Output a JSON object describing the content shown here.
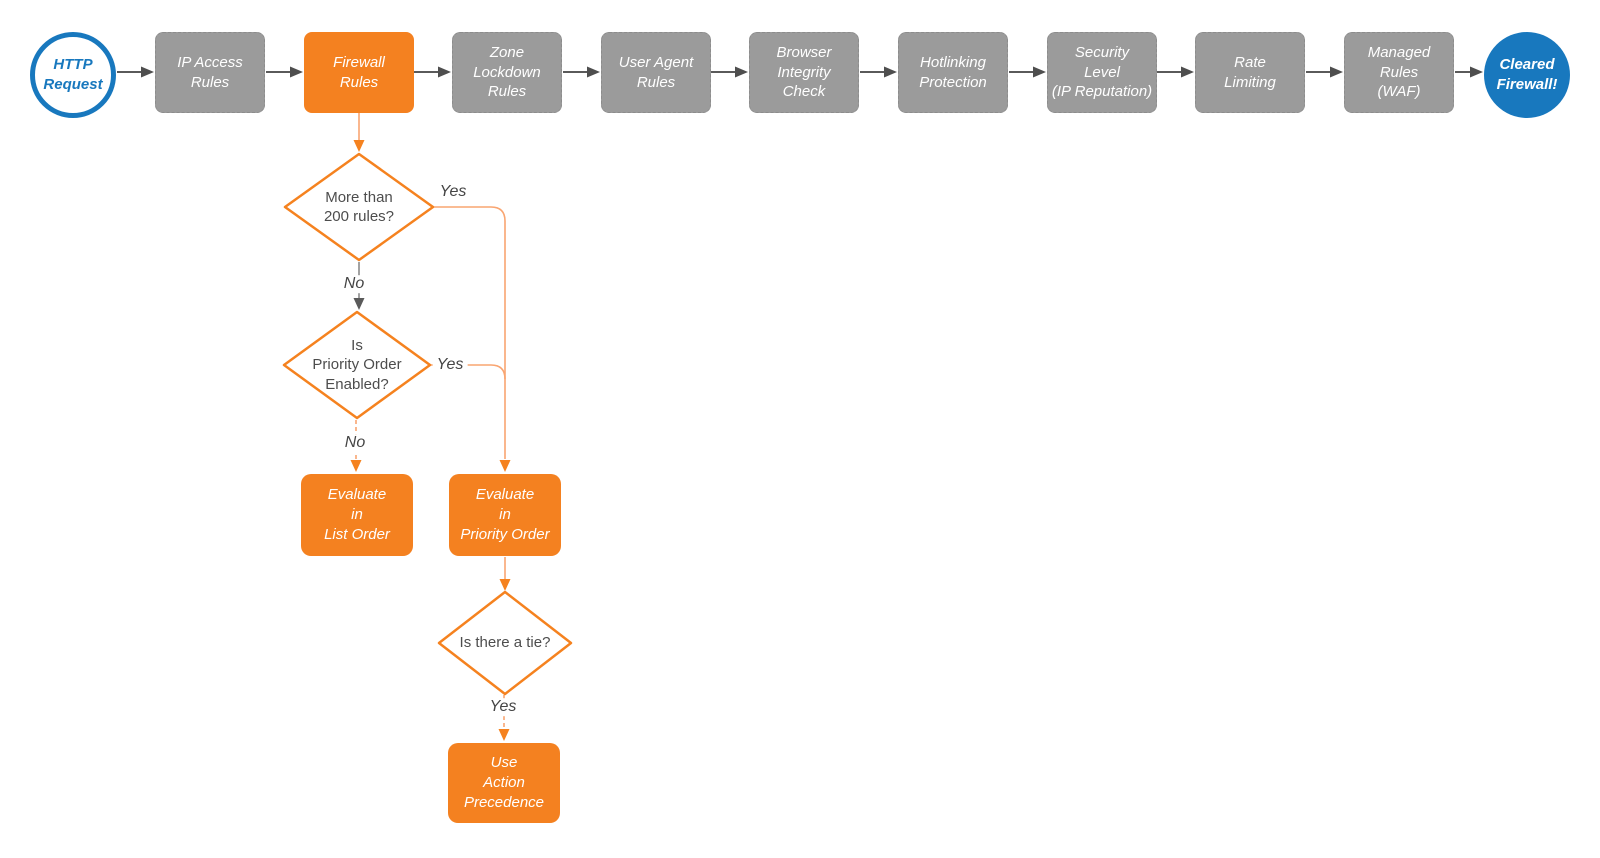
{
  "flow": {
    "start": {
      "label": "HTTP\nRequest"
    },
    "pipeline": [
      {
        "label": "IP Access\nRules"
      },
      {
        "label": "Firewall\nRules",
        "highlighted": true
      },
      {
        "label": "Zone\nLockdown\nRules"
      },
      {
        "label": "User Agent\nRules"
      },
      {
        "label": "Browser\nIntegrity\nCheck"
      },
      {
        "label": "Hotlinking\nProtection"
      },
      {
        "label": "Security\nLevel\n(IP Reputation)"
      },
      {
        "label": "Rate\nLimiting"
      },
      {
        "label": "Managed\nRules\n(WAF)"
      }
    ],
    "end": {
      "label": "Cleared\nFirewall!"
    },
    "decisions": [
      {
        "label": "More than\n200 rules?",
        "yes_label": "Yes",
        "no_label": "No"
      },
      {
        "label": "Is\nPriority Order\nEnabled?",
        "yes_label": "Yes",
        "no_label": "No"
      },
      {
        "label": "Is there a tie?",
        "yes_label": "Yes"
      }
    ],
    "actions": [
      {
        "label": "Evaluate\nin\nList Order"
      },
      {
        "label": "Evaluate\nin\nPriority Order"
      },
      {
        "label": "Use\nAction\nPrecedence"
      }
    ],
    "colors": {
      "orange": "#F48120",
      "pale_orange_connector": "#F9A571",
      "gray_box": "#9B9B9B",
      "blue": "#1878BE",
      "gray_connector": "#5A5A5A"
    }
  }
}
